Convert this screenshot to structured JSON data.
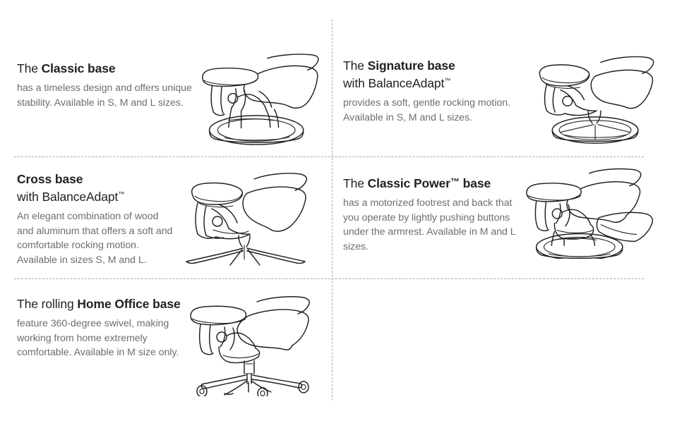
{
  "page": {
    "title": "Stressless base types comparison",
    "background_color": "#ffffff",
    "heading_color": "#231f20",
    "body_text_color": "#6d6e71",
    "divider_color": "#a7a9ac"
  },
  "features": [
    {
      "id": "classic-base",
      "heading_prefix": "The ",
      "heading_bold": "Classic base",
      "heading_suffix": "",
      "heading_line2": "",
      "body": "has a timeless design and offers unique stability. Available in S, M and L sizes.",
      "illustration": "recliner-with-round-pedestal-base"
    },
    {
      "id": "signature-base",
      "heading_prefix": "The ",
      "heading_bold": "Signature base",
      "heading_suffix": "",
      "heading_line2": "with BalanceAdapt",
      "heading_line2_tm": "™",
      "body": "provides a soft, gentle rocking motion. Available in S, M and L sizes.",
      "illustration": "recliner-with-ring-spoke-base"
    },
    {
      "id": "cross-base",
      "heading_prefix": "",
      "heading_bold": "Cross base",
      "heading_suffix": "",
      "heading_line2": "with BalanceAdapt",
      "heading_line2_tm": "™",
      "body": "An elegant combination of wood and aluminum that offers a soft and comfortable rocking motion. Available in sizes S, M and L.",
      "illustration": "recliner-with-cross-star-base"
    },
    {
      "id": "classic-power-base",
      "heading_prefix": "The ",
      "heading_bold": "Classic Power",
      "heading_tm": "™",
      "heading_suffix": " base",
      "heading_line2": "",
      "body": "has a motorized footrest and back that you operate by lightly pushing buttons under the armrest. Available in M and L sizes.",
      "illustration": "recliner-with-footrest-and-round-base"
    },
    {
      "id": "home-office-base",
      "heading_prefix": "The rolling ",
      "heading_bold": "Home Office base",
      "heading_suffix": "",
      "heading_line2": "",
      "body": "feature 360-degree swivel, making working from home extremely comfortable. Available in M size only.",
      "illustration": "office-chair-with-castors"
    }
  ]
}
